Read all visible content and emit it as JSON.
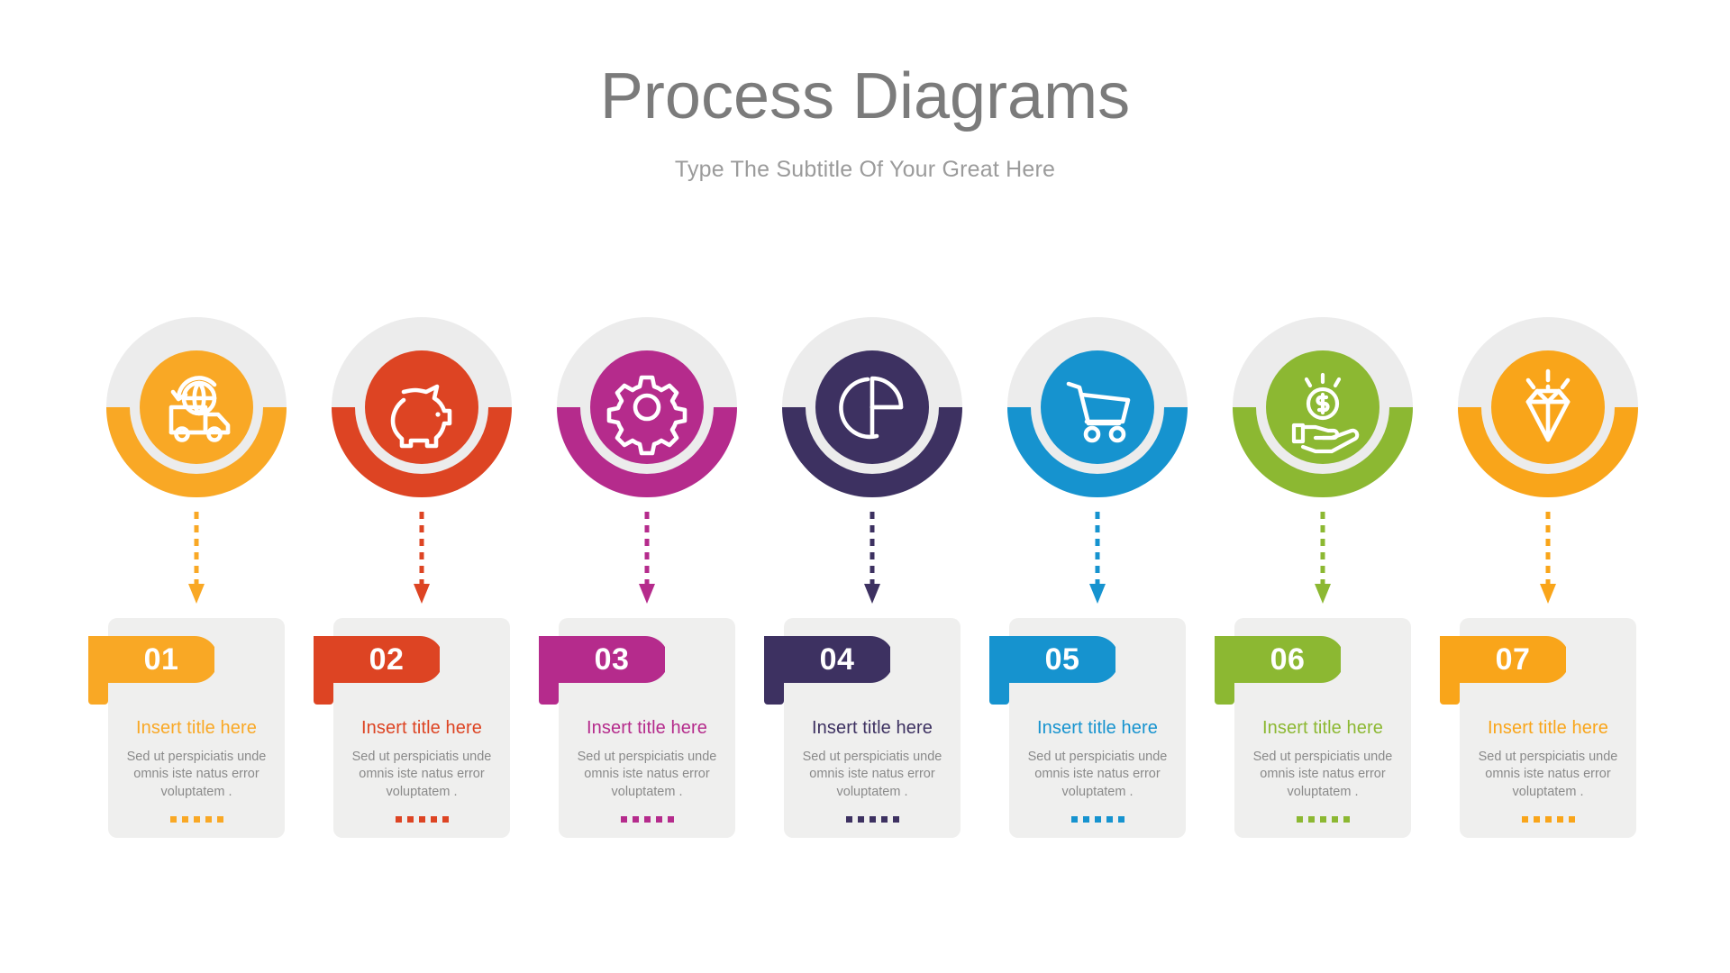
{
  "header": {
    "title": "Process Diagrams",
    "subtitle": "Type The Subtitle Of Your Great Here",
    "title_color": "#7b7b7b",
    "subtitle_color": "#9b9b9b"
  },
  "theme": {
    "background": "#ffffff",
    "card_background": "#efefee",
    "ring_background": "#ececec",
    "body_text_color": "#8a8a8a"
  },
  "steps": [
    {
      "number": "01",
      "title": "Insert title here",
      "description": "Sed ut perspiciatis unde omnis iste natus error voluptatem .",
      "color": "#f9a825",
      "icon": "delivery-truck-globe-icon"
    },
    {
      "number": "02",
      "title": "Insert title here",
      "description": "Sed ut perspiciatis unde omnis iste natus error voluptatem .",
      "color": "#dd4423",
      "icon": "piggy-bank-icon"
    },
    {
      "number": "03",
      "title": "Insert title here",
      "description": "Sed ut perspiciatis unde omnis iste natus error voluptatem .",
      "color": "#b52b8c",
      "icon": "gear-icon"
    },
    {
      "number": "04",
      "title": "Insert title here",
      "description": "Sed ut perspiciatis unde omnis iste natus error voluptatem .",
      "color": "#3d3161",
      "icon": "pie-chart-icon"
    },
    {
      "number": "05",
      "title": "Insert title here",
      "description": "Sed ut perspiciatis unde omnis iste natus error voluptatem .",
      "color": "#1693cf",
      "icon": "shopping-cart-icon"
    },
    {
      "number": "06",
      "title": "Insert title here",
      "description": "Sed ut perspiciatis unde omnis iste natus error voluptatem .",
      "color": "#8cb832",
      "icon": "hand-holding-coin-icon"
    },
    {
      "number": "07",
      "title": "Insert title here",
      "description": "Sed ut perspiciatis unde omnis iste natus error voluptatem .",
      "color": "#f9a51a",
      "icon": "diamond-icon"
    }
  ],
  "dots_per_card": 5
}
